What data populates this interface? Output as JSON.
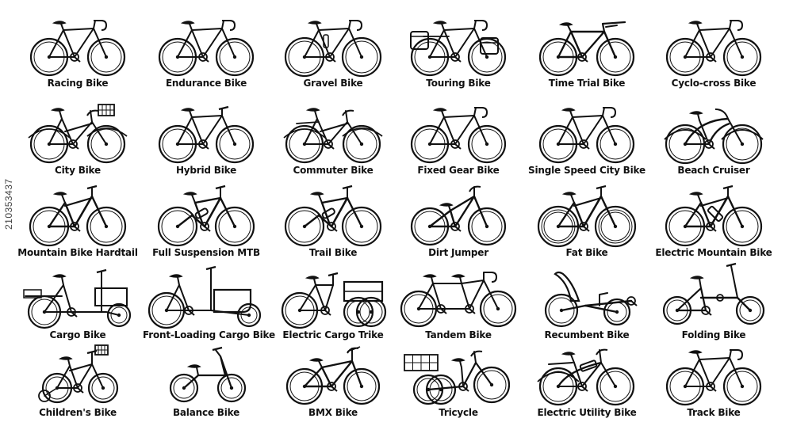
{
  "ui": {
    "stroke_color": "#111111",
    "background": "#ffffff"
  },
  "stock_id": "210353437",
  "bikes": [
    {
      "label": "Racing Bike",
      "icon": "racing-bike-icon",
      "kind": "road"
    },
    {
      "label": "Endurance Bike",
      "icon": "endurance-bike-icon",
      "kind": "road"
    },
    {
      "label": "Gravel Bike",
      "icon": "gravel-bike-icon",
      "kind": "gravel"
    },
    {
      "label": "Touring Bike",
      "icon": "touring-bike-icon",
      "kind": "touring"
    },
    {
      "label": "Time Trial Bike",
      "icon": "time-trial-bike-icon",
      "kind": "tt"
    },
    {
      "label": "Cyclo-cross Bike",
      "icon": "cyclo-cross-bike-icon",
      "kind": "road"
    },
    {
      "label": "City Bike",
      "icon": "city-bike-icon",
      "kind": "city"
    },
    {
      "label": "Hybrid Bike",
      "icon": "hybrid-bike-icon",
      "kind": "hybrid"
    },
    {
      "label": "Commuter Bike",
      "icon": "commuter-bike-icon",
      "kind": "commuter"
    },
    {
      "label": "Fixed Gear Bike",
      "icon": "fixed-gear-bike-icon",
      "kind": "fixie"
    },
    {
      "label": "Single Speed City Bike",
      "icon": "single-speed-city-bike-icon",
      "kind": "fixie"
    },
    {
      "label": "Beach Cruiser",
      "icon": "beach-cruiser-icon",
      "kind": "cruiser"
    },
    {
      "label": "Mountain Bike Hardtail",
      "icon": "mountain-bike-hardtail-icon",
      "kind": "mtb"
    },
    {
      "label": "Full Suspension MTB",
      "icon": "full-suspension-mtb-icon",
      "kind": "fullsus"
    },
    {
      "label": "Trail Bike",
      "icon": "trail-bike-icon",
      "kind": "fullsus"
    },
    {
      "label": "Dirt Jumper",
      "icon": "dirt-jumper-icon",
      "kind": "dirt"
    },
    {
      "label": "Fat Bike",
      "icon": "fat-bike-icon",
      "kind": "fat"
    },
    {
      "label": "Electric Mountain Bike",
      "icon": "electric-mountain-bike-icon",
      "kind": "emtb"
    },
    {
      "label": "Cargo Bike",
      "icon": "cargo-bike-icon",
      "kind": "cargo"
    },
    {
      "label": "Front-Loading Cargo Bike",
      "icon": "front-loading-cargo-bike-icon",
      "kind": "frontcargo"
    },
    {
      "label": "Electric Cargo Trike",
      "icon": "electric-cargo-trike-icon",
      "kind": "trike"
    },
    {
      "label": "Tandem Bike",
      "icon": "tandem-bike-icon",
      "kind": "tandem"
    },
    {
      "label": "Recumbent Bike",
      "icon": "recumbent-bike-icon",
      "kind": "recumbent"
    },
    {
      "label": "Folding Bike",
      "icon": "folding-bike-icon",
      "kind": "folding"
    },
    {
      "label": "Children's Bike",
      "icon": "childrens-bike-icon",
      "kind": "kids"
    },
    {
      "label": "Balance Bike",
      "icon": "balance-bike-icon",
      "kind": "balance"
    },
    {
      "label": "BMX Bike",
      "icon": "bmx-bike-icon",
      "kind": "bmx"
    },
    {
      "label": "Tricycle",
      "icon": "tricycle-icon",
      "kind": "tricycle"
    },
    {
      "label": "Electric Utility Bike",
      "icon": "electric-utility-bike-icon",
      "kind": "utility"
    },
    {
      "label": "Track Bike",
      "icon": "track-bike-icon",
      "kind": "fixie"
    }
  ]
}
